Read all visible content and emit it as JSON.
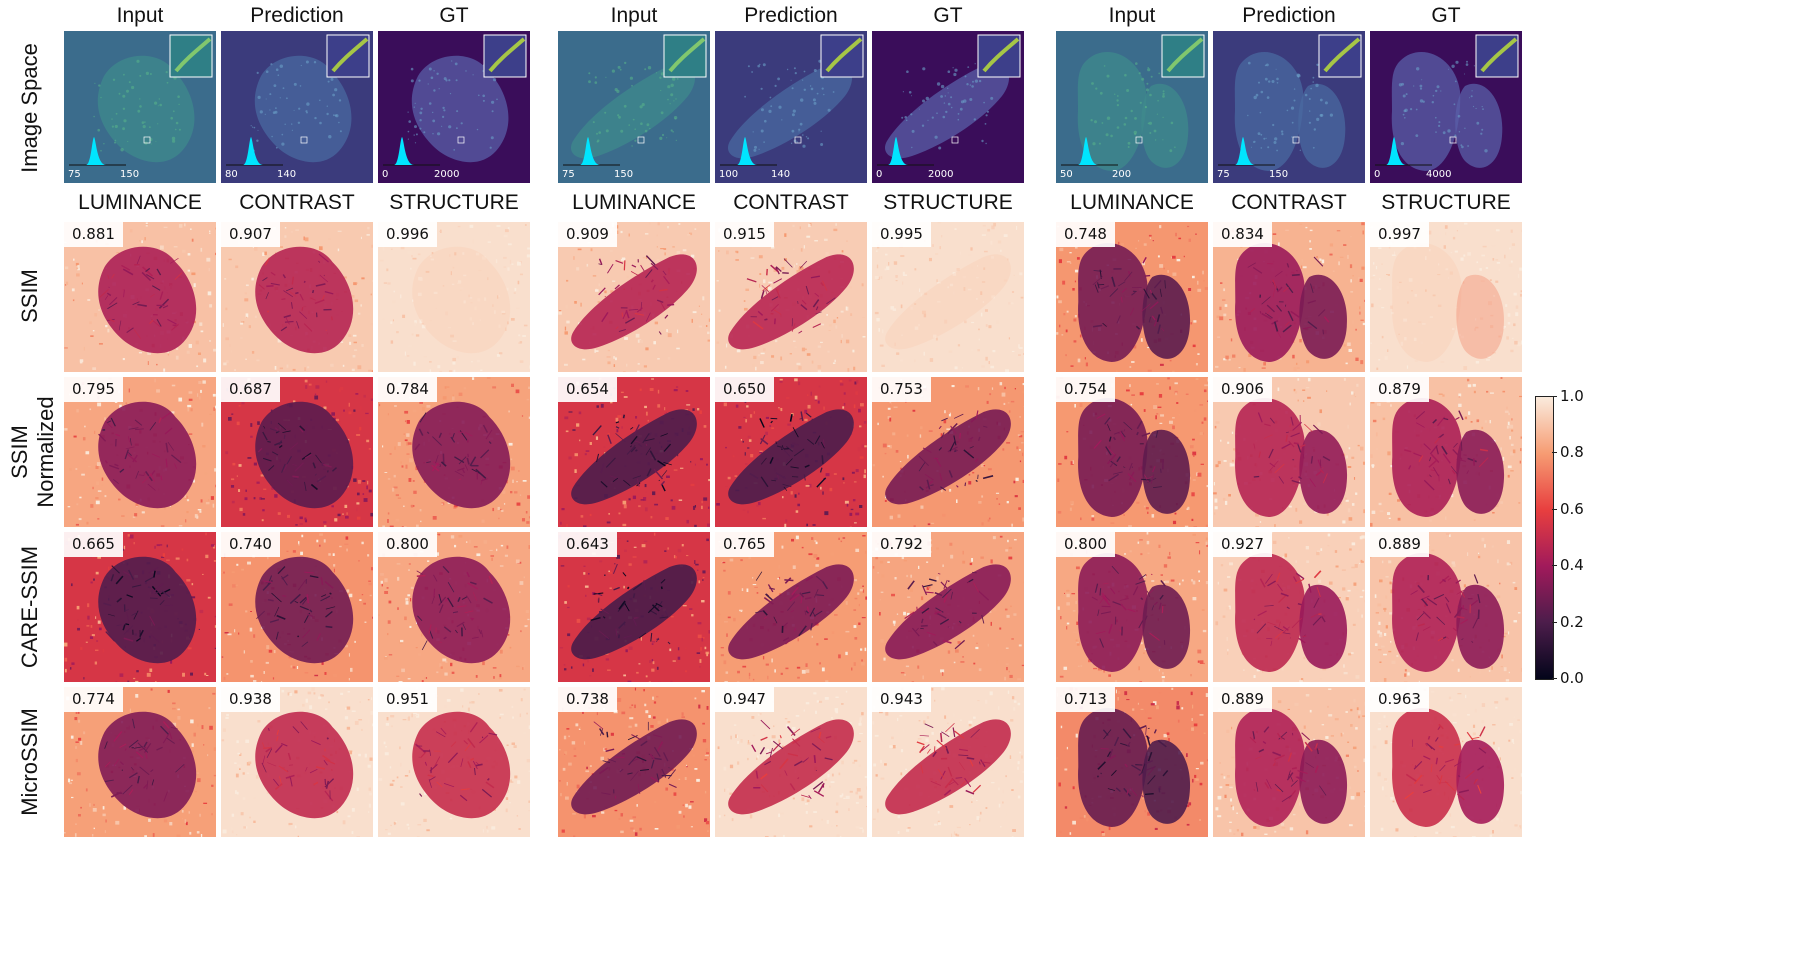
{
  "image_header": [
    "Input",
    "Prediction",
    "GT"
  ],
  "component_header": [
    "LUMINANCE",
    "CONTRAST",
    "STRUCTURE"
  ],
  "row_labels": {
    "image_space": "Image Space",
    "ssim": "SSIM",
    "ssim_normalized_1": "SSIM",
    "ssim_normalized_2": "Normalized",
    "care_ssim": "CARE-SSIM",
    "microssim": "MicroSSIM"
  },
  "groups": [
    {
      "histogram_ticks": [
        [
          "75",
          "150"
        ],
        [
          "80",
          "140"
        ],
        [
          "0",
          "2000"
        ]
      ],
      "values": {
        "ssim": [
          "0.881",
          "0.907",
          "0.996"
        ],
        "ssim_normalized": [
          "0.795",
          "0.687",
          "0.784"
        ],
        "care_ssim": [
          "0.665",
          "0.740",
          "0.800"
        ],
        "microssim": [
          "0.774",
          "0.938",
          "0.951"
        ]
      },
      "levels": {
        "ssim": [
          0.881,
          0.907,
          0.996
        ],
        "ssim_normalized": [
          0.795,
          0.687,
          0.784
        ],
        "care_ssim": [
          0.665,
          0.74,
          0.8
        ],
        "microssim": [
          0.774,
          0.938,
          0.951
        ]
      }
    },
    {
      "histogram_ticks": [
        [
          "75",
          "150"
        ],
        [
          "100",
          "140"
        ],
        [
          "0",
          "2000"
        ]
      ],
      "values": {
        "ssim": [
          "0.909",
          "0.915",
          "0.995"
        ],
        "ssim_normalized": [
          "0.654",
          "0.650",
          "0.753"
        ],
        "care_ssim": [
          "0.643",
          "0.765",
          "0.792"
        ],
        "microssim": [
          "0.738",
          "0.947",
          "0.943"
        ]
      },
      "levels": {
        "ssim": [
          0.909,
          0.915,
          0.995
        ],
        "ssim_normalized": [
          0.654,
          0.65,
          0.753
        ],
        "care_ssim": [
          0.643,
          0.765,
          0.792
        ],
        "microssim": [
          0.738,
          0.947,
          0.943
        ]
      }
    },
    {
      "histogram_ticks": [
        [
          "50",
          "200"
        ],
        [
          "75",
          "150"
        ],
        [
          "0",
          "4000"
        ]
      ],
      "values": {
        "ssim": [
          "0.748",
          "0.834",
          "0.997"
        ],
        "ssim_normalized": [
          "0.754",
          "0.906",
          "0.879"
        ],
        "care_ssim": [
          "0.800",
          "0.927",
          "0.889"
        ],
        "microssim": [
          "0.713",
          "0.889",
          "0.963"
        ]
      },
      "levels": {
        "ssim": [
          0.748,
          0.834,
          0.997
        ],
        "ssim_normalized": [
          0.754,
          0.906,
          0.879
        ],
        "care_ssim": [
          0.8,
          0.927,
          0.889
        ],
        "microssim": [
          0.713,
          0.889,
          0.963
        ]
      }
    }
  ],
  "colorbar": {
    "ticks": [
      "1.0",
      "0.8",
      "0.6",
      "0.4",
      "0.2",
      "0.0"
    ],
    "colormap": "rocket",
    "colors": [
      "#03051a",
      "#4c1d4b",
      "#a11a5b",
      "#e83f3f",
      "#f69c73",
      "#faebdd"
    ]
  },
  "colors": {
    "viridis_dark": "#3a0d5a",
    "viridis_mid": "#3b6c8c",
    "histogram": "#00e5ff"
  }
}
